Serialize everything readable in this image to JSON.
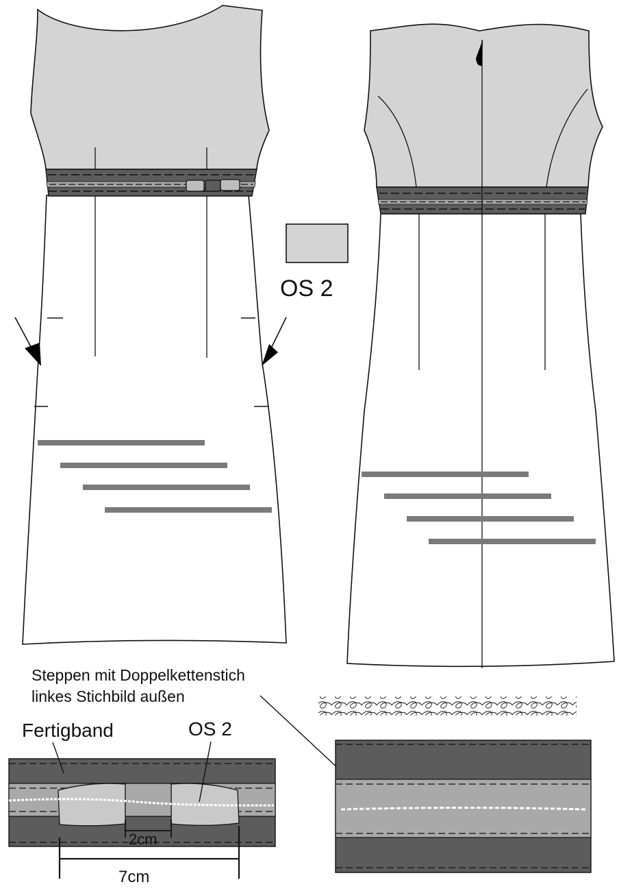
{
  "colors": {
    "bodice": "#d4d4d4",
    "band_dark": "#5c5c5c",
    "band_light": "#a9a9a9",
    "pocket": "#c9c9c9",
    "marks": "#7a7a7a",
    "outline": "#111111"
  },
  "swatch": {
    "label": "OS 2"
  },
  "annotations": {
    "stitch_line1": "Steppen mit Doppelkettenstich",
    "stitch_line2": "linkes Stichbild außen"
  },
  "detail_left": {
    "band_label": "Fertigband",
    "pocket_label": "OS 2",
    "dim_small": "2cm",
    "dim_large": "7cm"
  }
}
